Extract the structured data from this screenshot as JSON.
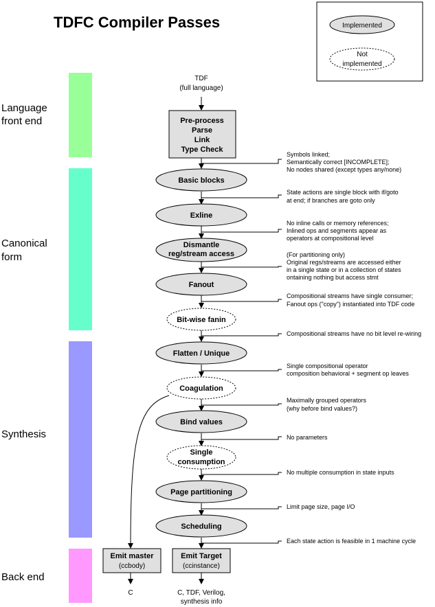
{
  "title": "TDFC Compiler Passes",
  "legend": {
    "implemented": "Implemented",
    "not_implemented": [
      "Not",
      "implemented"
    ]
  },
  "stages": [
    {
      "lines": [
        "Language",
        "front end"
      ],
      "color": "#99ff99"
    },
    {
      "lines": [
        "Canonical",
        "form"
      ],
      "color": "#66ffcc"
    },
    {
      "lines": [
        "Synthesis"
      ],
      "color": "#9999ff"
    },
    {
      "lines": [
        "Back end"
      ],
      "color": "#ff99ff"
    }
  ],
  "input_text": [
    "TDF",
    "(full language)"
  ],
  "front_box": [
    "Pre-process",
    "Parse",
    "Link",
    "Type Check"
  ],
  "nodes": [
    {
      "lines": [
        "Basic blocks"
      ],
      "implemented": true
    },
    {
      "lines": [
        "Exline"
      ],
      "implemented": true
    },
    {
      "lines": [
        "Dismantle",
        "reg/stream access"
      ],
      "implemented": true
    },
    {
      "lines": [
        "Fanout"
      ],
      "implemented": true
    },
    {
      "lines": [
        "Bit-wise fanin"
      ],
      "implemented": false
    },
    {
      "lines": [
        "Flatten / Unique"
      ],
      "implemented": true
    },
    {
      "lines": [
        "Coagulation"
      ],
      "implemented": false
    },
    {
      "lines": [
        "Bind values"
      ],
      "implemented": true
    },
    {
      "lines": [
        "Single",
        "consumption"
      ],
      "implemented": false
    },
    {
      "lines": [
        "Page partitioning"
      ],
      "implemented": true
    },
    {
      "lines": [
        "Scheduling"
      ],
      "implemented": true
    }
  ],
  "notes": [
    [
      "Symbols linked;",
      "Semantically correct  [INCOMPLETE];",
      "No nodes shared (except types any/none)"
    ],
    [
      "State actions are single block with if/goto",
      "at end;  if branches are goto only"
    ],
    [
      "No inline calls or memory references;",
      "Inlined ops and segments appear as",
      "operators at compositional level"
    ],
    [
      "(For partitioning only)",
      "Original regs/streams are accessed either",
      "in a single state or in a collection of states",
      "ontaining nothing but access stmt"
    ],
    [
      "Compositional streams have single consumer;",
      "Fanout ops (\"copy\") instantiated into TDF code"
    ],
    [
      "Compositional streams have no bit level re-wiring"
    ],
    [
      "Single compositional operator",
      "composition behavioral + segment op leaves"
    ],
    [
      "Maximally grouped operators",
      "(why before bind values?)"
    ],
    [
      "No parameters"
    ],
    [
      "No multiple consumption in state inputs"
    ],
    [
      "Limit page size, page I/O"
    ],
    [
      "Each state action is feasible in 1 machine cycle"
    ]
  ],
  "emit_master": {
    "title": "Emit master",
    "sub": "(ccbody)",
    "output": "C"
  },
  "emit_target": {
    "title": "Emit Target",
    "sub": "(ccinstance)",
    "output": [
      "C, TDF, Verilog,",
      "synthesis info"
    ]
  }
}
